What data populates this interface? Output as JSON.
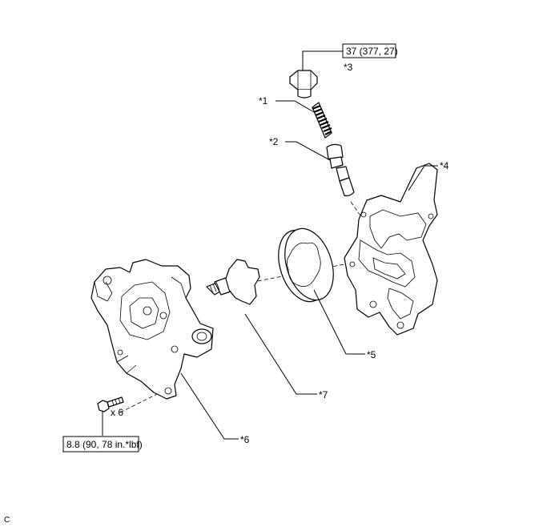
{
  "labels": {
    "p1": "*1",
    "p2": "*2",
    "p3": "*3",
    "p4": "*4",
    "p5": "*5",
    "p6": "*6",
    "p7": "*7"
  },
  "torque": {
    "plug": "37 (377, 27)",
    "bolt": "8.8 (90, 78 in.*lbf)"
  },
  "bolt_qty": "x 6",
  "corner_code": "C"
}
